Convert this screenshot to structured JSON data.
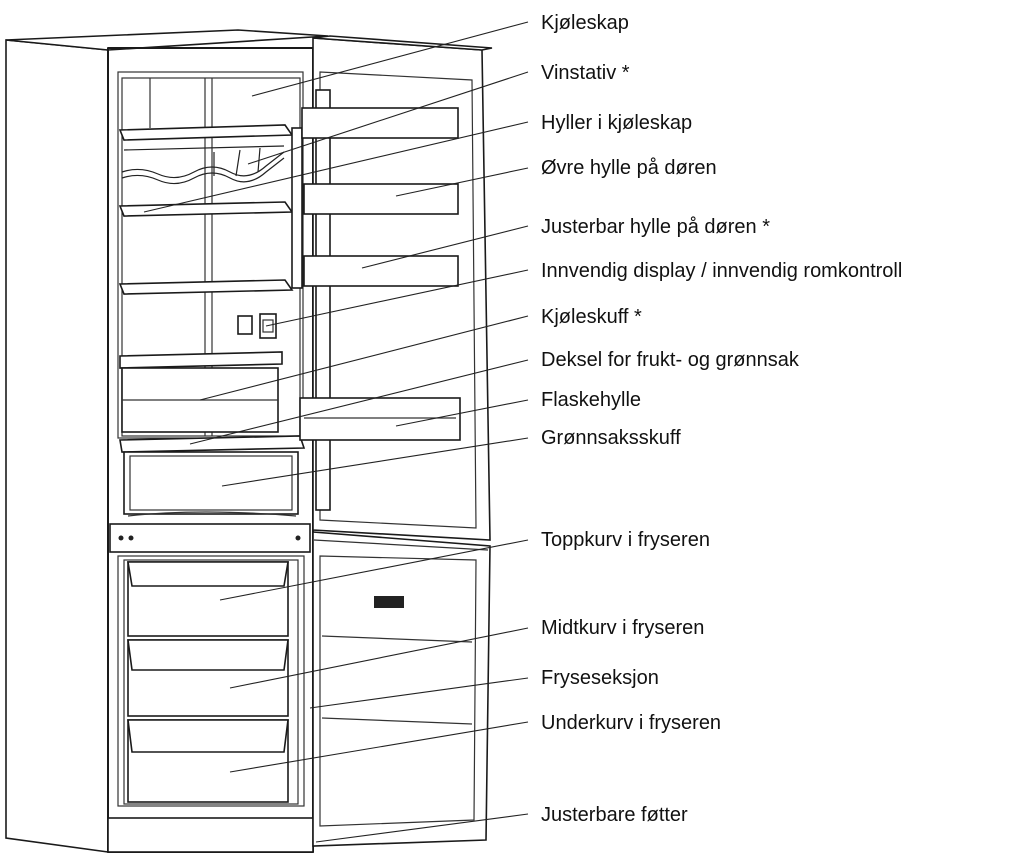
{
  "labels": [
    {
      "id": "kjoleskap",
      "text": "Kjøleskap"
    },
    {
      "id": "vinstativ",
      "text": "Vinstativ *"
    },
    {
      "id": "hyller",
      "text": "Hyller i kjøleskap"
    },
    {
      "id": "ovre-hylle",
      "text": "Øvre hylle på døren"
    },
    {
      "id": "justerbar-hylle",
      "text": "Justerbar hylle på døren *"
    },
    {
      "id": "display",
      "text": "Innvendig display / innvendig romkontroll"
    },
    {
      "id": "kjoleskuff",
      "text": "Kjøleskuff *"
    },
    {
      "id": "deksel",
      "text": "Deksel for frukt- og grønnsak"
    },
    {
      "id": "flaskehylle",
      "text": "Flaskehylle"
    },
    {
      "id": "gronnsaksskuff",
      "text": "Grønnsaksskuff"
    },
    {
      "id": "toppkurv",
      "text": "Toppkurv i fryseren"
    },
    {
      "id": "midtkurv",
      "text": "Midtkurv i fryseren"
    },
    {
      "id": "fryseseksjon",
      "text": "Fryseseksjon"
    },
    {
      "id": "underkurv",
      "text": "Underkurv i fryseren"
    },
    {
      "id": "fotter",
      "text": "Justerbare føtter"
    }
  ]
}
